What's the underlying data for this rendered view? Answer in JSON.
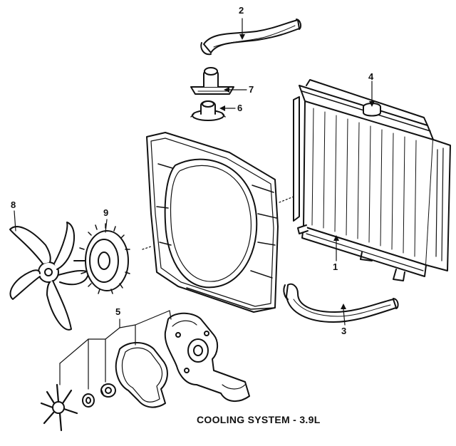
{
  "diagram": {
    "caption": "COOLING SYSTEM - 3.9L",
    "callouts": [
      "1",
      "2",
      "3",
      "4",
      "5",
      "6",
      "7",
      "8",
      "9"
    ]
  },
  "parts": {
    "radiator": "1",
    "upper_hose": "2",
    "lower_hose": "3",
    "radiator_cap": "4",
    "water_pump_group": "5",
    "thermostat": "6",
    "thermostat_housing": "7",
    "fan_blade": "8",
    "fan_clutch": "9"
  },
  "colors": {
    "ink": "#111111",
    "paper": "#ffffff"
  }
}
